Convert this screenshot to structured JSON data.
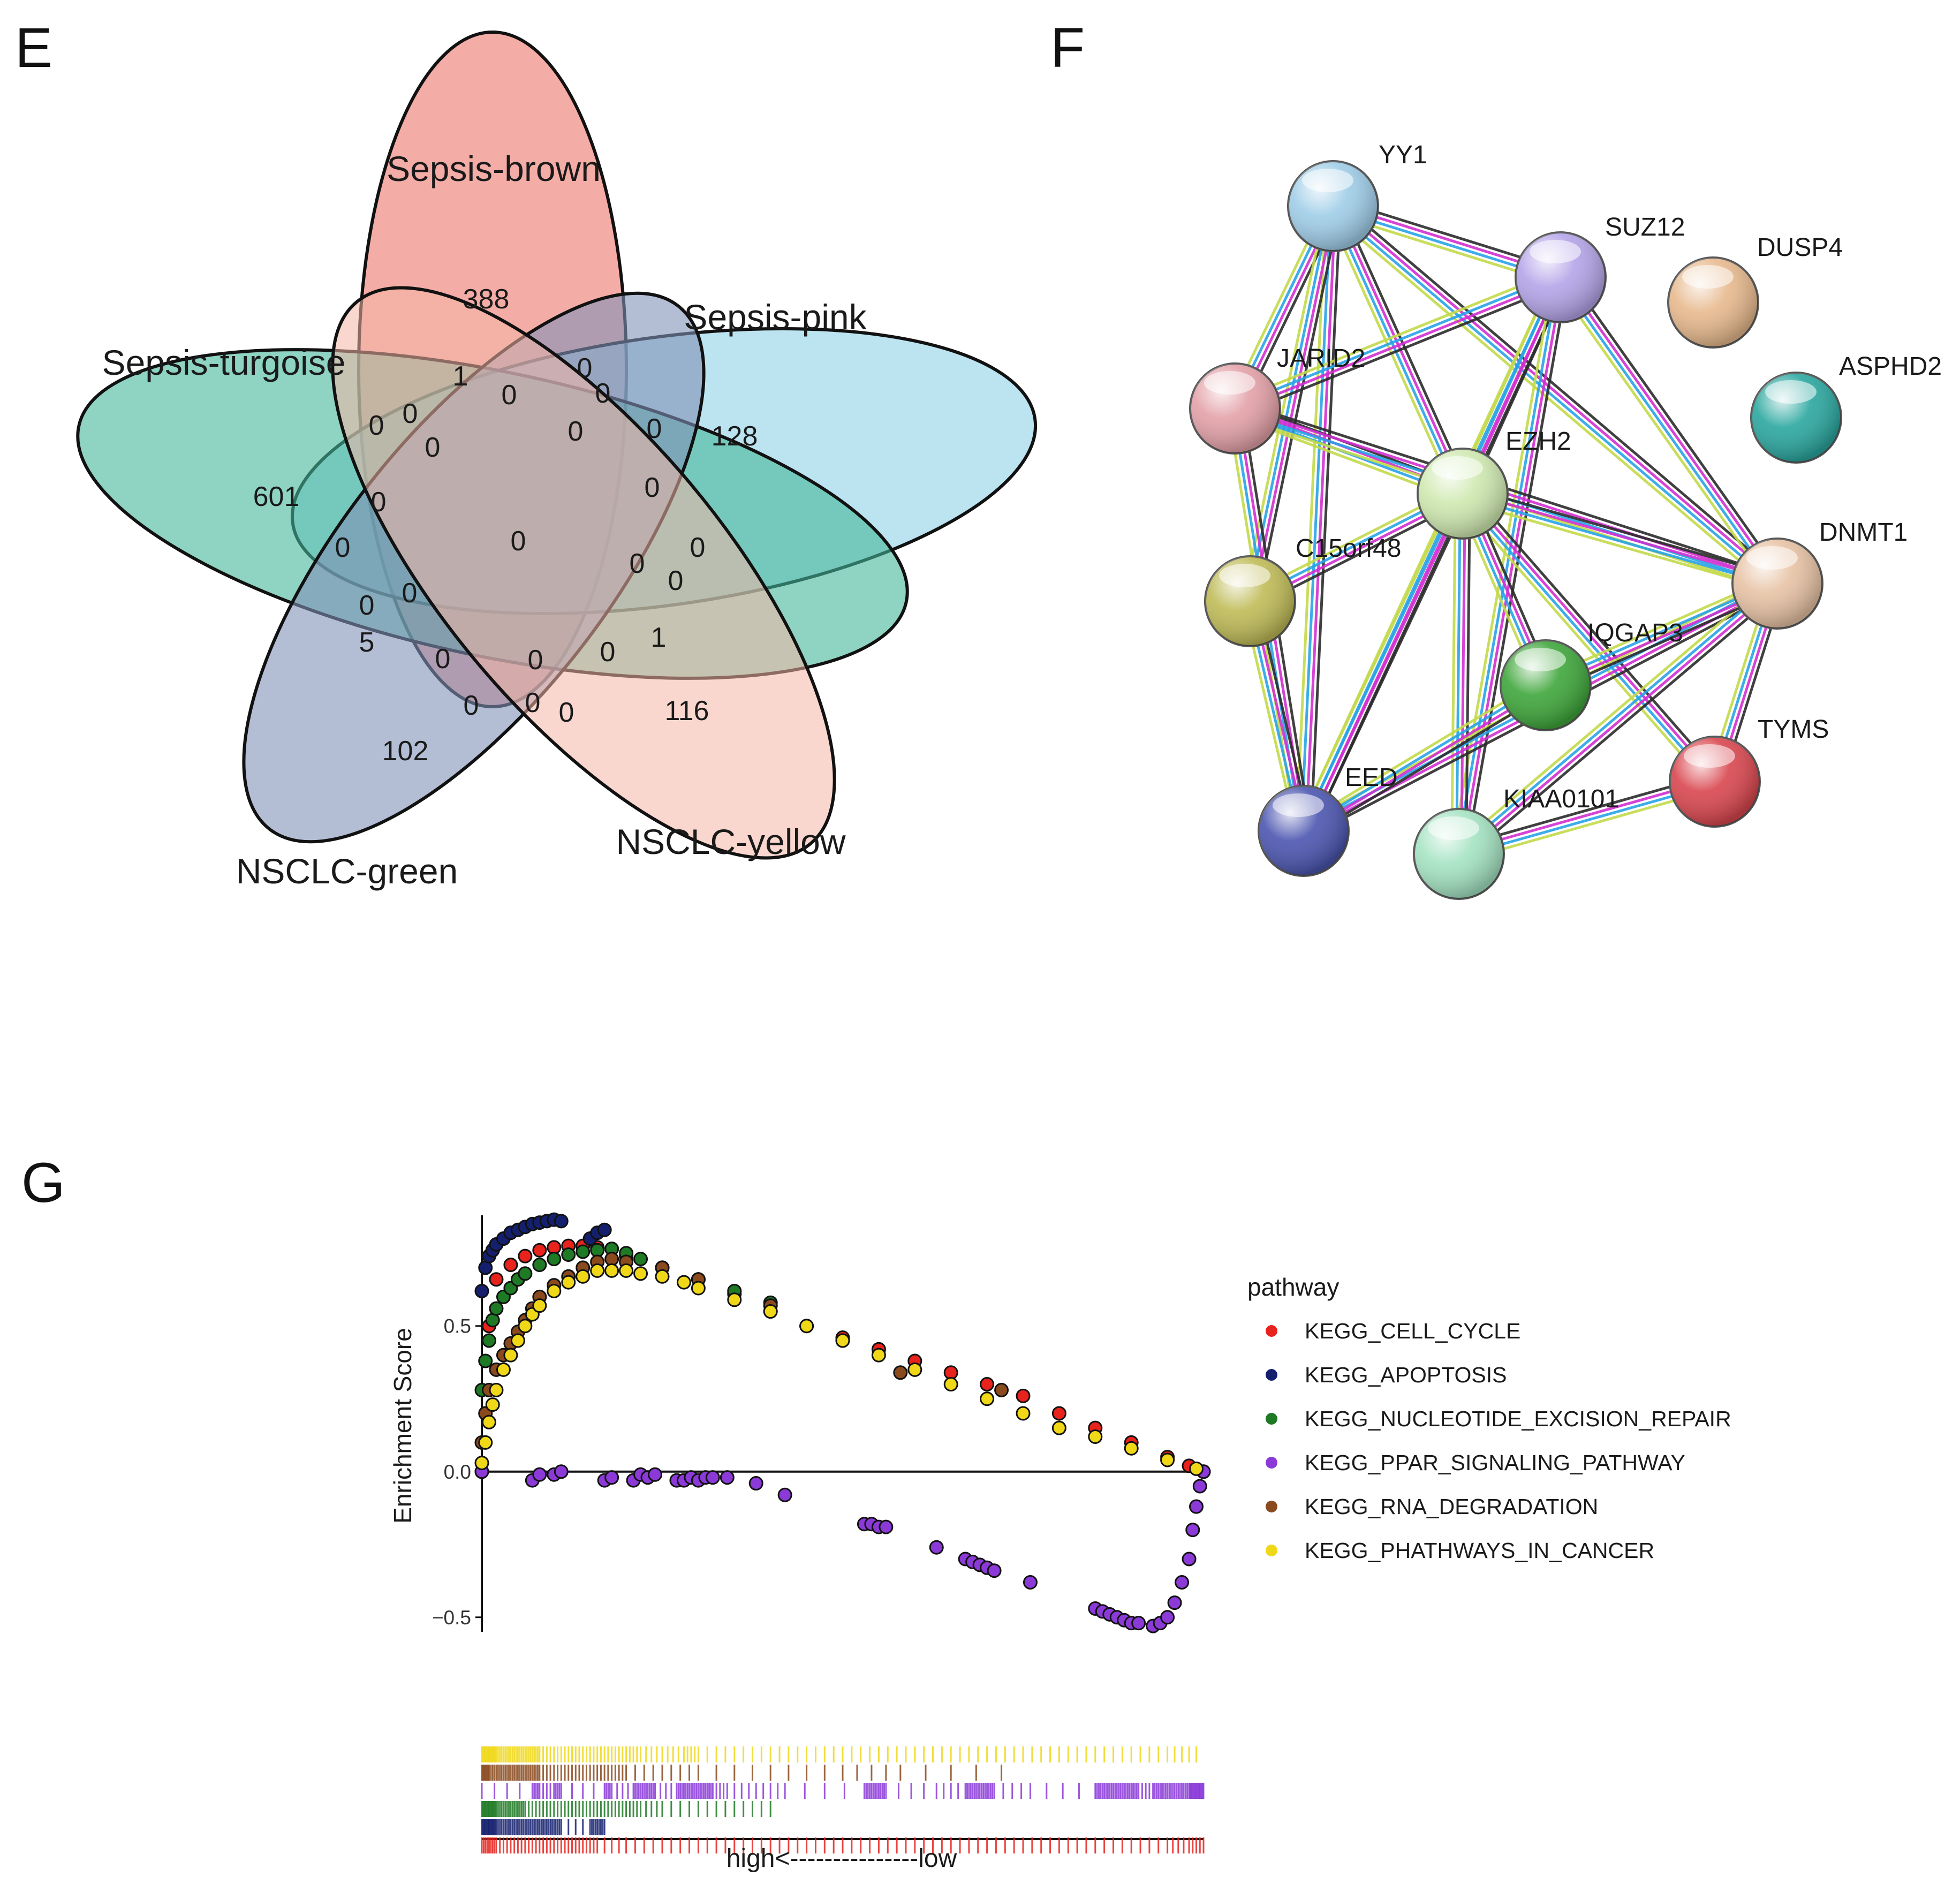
{
  "panels": {
    "e": {
      "letter": "E",
      "sets": [
        {
          "name": "Sepsis-brown",
          "color": "#ef8a80"
        },
        {
          "name": "Sepsis-pink",
          "color": "#8fd0e6"
        },
        {
          "name": "Sepsis-turgoise",
          "color": "#44b59a"
        },
        {
          "name": "NSCLC-green",
          "color": "#8191b7"
        },
        {
          "name": "NSCLC-yellow",
          "color": "#f4b6a6"
        }
      ],
      "region_counts": [
        "388",
        "128",
        "601",
        "102",
        "116",
        "1",
        "0",
        "0",
        "0",
        "0",
        "0",
        "0",
        "0",
        "0",
        "0",
        "0",
        "0",
        "0",
        "0",
        "0",
        "0",
        "5",
        "0",
        "0",
        "0",
        "0",
        "0",
        "1",
        "0",
        "0",
        "0"
      ]
    },
    "f": {
      "letter": "F",
      "nodes": [
        {
          "id": "YY1",
          "label": "YY1",
          "color": "#9fcde8"
        },
        {
          "id": "SUZ12",
          "label": "SUZ12",
          "color": "#b4a4e8"
        },
        {
          "id": "DUSP4",
          "label": "DUSP4",
          "color": "#e7b98d"
        },
        {
          "id": "ASPHD2",
          "label": "ASPHD2",
          "color": "#2aa79f"
        },
        {
          "id": "JARID2",
          "label": "JARID2",
          "color": "#e3a1a8"
        },
        {
          "id": "EZH2",
          "label": "EZH2",
          "color": "#cfe9b0"
        },
        {
          "id": "DNMT1",
          "label": "DNMT1",
          "color": "#e7c2a4"
        },
        {
          "id": "C15orf48",
          "label": "C15orf48",
          "color": "#bfbb57"
        },
        {
          "id": "IQGAP3",
          "label": "IQGAP3",
          "color": "#3ea63a"
        },
        {
          "id": "TYMS",
          "label": "TYMS",
          "color": "#d9464e"
        },
        {
          "id": "EED",
          "label": "EED",
          "color": "#4b55b0"
        },
        {
          "id": "KIAA0101",
          "label": "KIAA0101",
          "color": "#a4e3c2"
        }
      ],
      "edges": [
        [
          "YY1",
          "SUZ12"
        ],
        [
          "YY1",
          "JARID2"
        ],
        [
          "YY1",
          "EZH2"
        ],
        [
          "YY1",
          "EED"
        ],
        [
          "YY1",
          "DNMT1"
        ],
        [
          "YY1",
          "C15orf48"
        ],
        [
          "SUZ12",
          "JARID2"
        ],
        [
          "SUZ12",
          "EZH2"
        ],
        [
          "SUZ12",
          "EED"
        ],
        [
          "SUZ12",
          "DNMT1"
        ],
        [
          "SUZ12",
          "KIAA0101"
        ],
        [
          "JARID2",
          "EZH2"
        ],
        [
          "JARID2",
          "EED"
        ],
        [
          "JARID2",
          "DNMT1"
        ],
        [
          "EZH2",
          "DNMT1"
        ],
        [
          "EZH2",
          "C15orf48"
        ],
        [
          "EZH2",
          "EED"
        ],
        [
          "EZH2",
          "KIAA0101"
        ],
        [
          "EZH2",
          "TYMS"
        ],
        [
          "EZH2",
          "IQGAP3"
        ],
        [
          "C15orf48",
          "EED"
        ],
        [
          "DNMT1",
          "EED"
        ],
        [
          "DNMT1",
          "KIAA0101"
        ],
        [
          "DNMT1",
          "TYMS"
        ],
        [
          "DNMT1",
          "IQGAP3"
        ],
        [
          "IQGAP3",
          "EED"
        ],
        [
          "KIAA0101",
          "TYMS"
        ]
      ]
    },
    "g": {
      "letter": "G",
      "x_axis_label": "high<---------------low",
      "chart_data": {
        "type": "scatter",
        "title": "",
        "ylabel": "Enrichment Score",
        "yticks": [
          0.5,
          0.0,
          -0.5
        ],
        "ytick_labels": [
          "0.5",
          "0.0",
          "−0.5"
        ],
        "ylim": [
          -0.55,
          0.88
        ],
        "xlim": [
          0,
          1
        ],
        "legend_title": "pathway",
        "legend_position": "right",
        "series": [
          {
            "name": "KEGG_CELL_CYCLE",
            "color": "#e8221c",
            "x": [
              0.0,
              0.01,
              0.02,
              0.04,
              0.06,
              0.08,
              0.1,
              0.12,
              0.14,
              0.16,
              0.2,
              0.25,
              0.3,
              0.35,
              0.4,
              0.45,
              0.5,
              0.55,
              0.6,
              0.65,
              0.7,
              0.75,
              0.8,
              0.85,
              0.9,
              0.95,
              0.98,
              1.0
            ],
            "y": [
              0.0,
              0.5,
              0.66,
              0.71,
              0.74,
              0.76,
              0.77,
              0.775,
              0.775,
              0.77,
              0.74,
              0.7,
              0.66,
              0.61,
              0.55,
              0.5,
              0.46,
              0.42,
              0.38,
              0.34,
              0.3,
              0.26,
              0.2,
              0.15,
              0.1,
              0.05,
              0.02,
              0.0
            ]
          },
          {
            "name": "KEGG_APOPTOSIS",
            "color": "#14206e",
            "x": [
              0.0,
              0.005,
              0.01,
              0.015,
              0.02,
              0.03,
              0.04,
              0.05,
              0.06,
              0.07,
              0.08,
              0.09,
              0.1,
              0.11,
              0.15,
              0.16,
              0.17
            ],
            "y": [
              0.62,
              0.7,
              0.74,
              0.76,
              0.78,
              0.8,
              0.82,
              0.83,
              0.84,
              0.85,
              0.855,
              0.86,
              0.865,
              0.86,
              0.8,
              0.82,
              0.83
            ]
          },
          {
            "name": "KEGG_NUCLEOTIDE_EXCISION_REPAIR",
            "color": "#1e7a25",
            "x": [
              0.0,
              0.005,
              0.01,
              0.015,
              0.02,
              0.03,
              0.04,
              0.05,
              0.06,
              0.08,
              0.1,
              0.12,
              0.14,
              0.16,
              0.18,
              0.2,
              0.22,
              0.25,
              0.3,
              0.35,
              0.4
            ],
            "y": [
              0.28,
              0.38,
              0.45,
              0.52,
              0.56,
              0.6,
              0.63,
              0.66,
              0.68,
              0.71,
              0.73,
              0.745,
              0.755,
              0.76,
              0.765,
              0.75,
              0.73,
              0.7,
              0.66,
              0.62,
              0.58
            ]
          },
          {
            "name": "KEGG_PPAR_SIGNALING_PATHWAY",
            "color": "#8b3ad8",
            "x": [
              0.0,
              0.07,
              0.08,
              0.1,
              0.11,
              0.17,
              0.18,
              0.21,
              0.22,
              0.23,
              0.24,
              0.27,
              0.28,
              0.29,
              0.3,
              0.31,
              0.32,
              0.34,
              0.38,
              0.42,
              0.53,
              0.54,
              0.55,
              0.56,
              0.63,
              0.67,
              0.68,
              0.69,
              0.7,
              0.71,
              0.76,
              0.85,
              0.86,
              0.87,
              0.88,
              0.89,
              0.9,
              0.91,
              0.93,
              0.94,
              0.95,
              0.96,
              0.97,
              0.98,
              0.985,
              0.99,
              0.995,
              1.0
            ],
            "y": [
              0.0,
              -0.03,
              -0.01,
              -0.01,
              0.0,
              -0.03,
              -0.02,
              -0.03,
              -0.01,
              -0.02,
              -0.01,
              -0.03,
              -0.03,
              -0.02,
              -0.03,
              -0.02,
              -0.02,
              -0.02,
              -0.04,
              -0.08,
              -0.18,
              -0.18,
              -0.19,
              -0.19,
              -0.26,
              -0.3,
              -0.31,
              -0.32,
              -0.33,
              -0.34,
              -0.38,
              -0.47,
              -0.48,
              -0.49,
              -0.5,
              -0.51,
              -0.52,
              -0.52,
              -0.53,
              -0.52,
              -0.5,
              -0.45,
              -0.38,
              -0.3,
              -0.2,
              -0.12,
              -0.05,
              0.0
            ]
          },
          {
            "name": "KEGG_RNA_DEGRADATION",
            "color": "#8a4a1e",
            "x": [
              0.0,
              0.005,
              0.01,
              0.02,
              0.03,
              0.04,
              0.05,
              0.06,
              0.07,
              0.08,
              0.1,
              0.12,
              0.14,
              0.16,
              0.18,
              0.2,
              0.25,
              0.3,
              0.4,
              0.5,
              0.58,
              0.72
            ],
            "y": [
              0.1,
              0.2,
              0.28,
              0.35,
              0.4,
              0.44,
              0.48,
              0.52,
              0.56,
              0.6,
              0.64,
              0.67,
              0.7,
              0.72,
              0.73,
              0.72,
              0.7,
              0.66,
              0.57,
              0.45,
              0.34,
              0.28
            ]
          },
          {
            "name": "KEGG_PHATHWAYS_IN_CANCER",
            "color": "#f0d818",
            "x": [
              0.0,
              0.005,
              0.01,
              0.015,
              0.02,
              0.03,
              0.04,
              0.05,
              0.06,
              0.07,
              0.08,
              0.1,
              0.12,
              0.14,
              0.16,
              0.18,
              0.2,
              0.22,
              0.25,
              0.28,
              0.3,
              0.35,
              0.4,
              0.45,
              0.5,
              0.55,
              0.6,
              0.65,
              0.7,
              0.75,
              0.8,
              0.85,
              0.9,
              0.95,
              0.99
            ],
            "y": [
              0.03,
              0.1,
              0.17,
              0.23,
              0.28,
              0.35,
              0.4,
              0.45,
              0.5,
              0.54,
              0.57,
              0.62,
              0.65,
              0.67,
              0.69,
              0.69,
              0.69,
              0.68,
              0.67,
              0.65,
              0.63,
              0.59,
              0.55,
              0.5,
              0.45,
              0.4,
              0.35,
              0.3,
              0.25,
              0.2,
              0.15,
              0.12,
              0.08,
              0.04,
              0.01
            ]
          }
        ]
      }
    }
  }
}
